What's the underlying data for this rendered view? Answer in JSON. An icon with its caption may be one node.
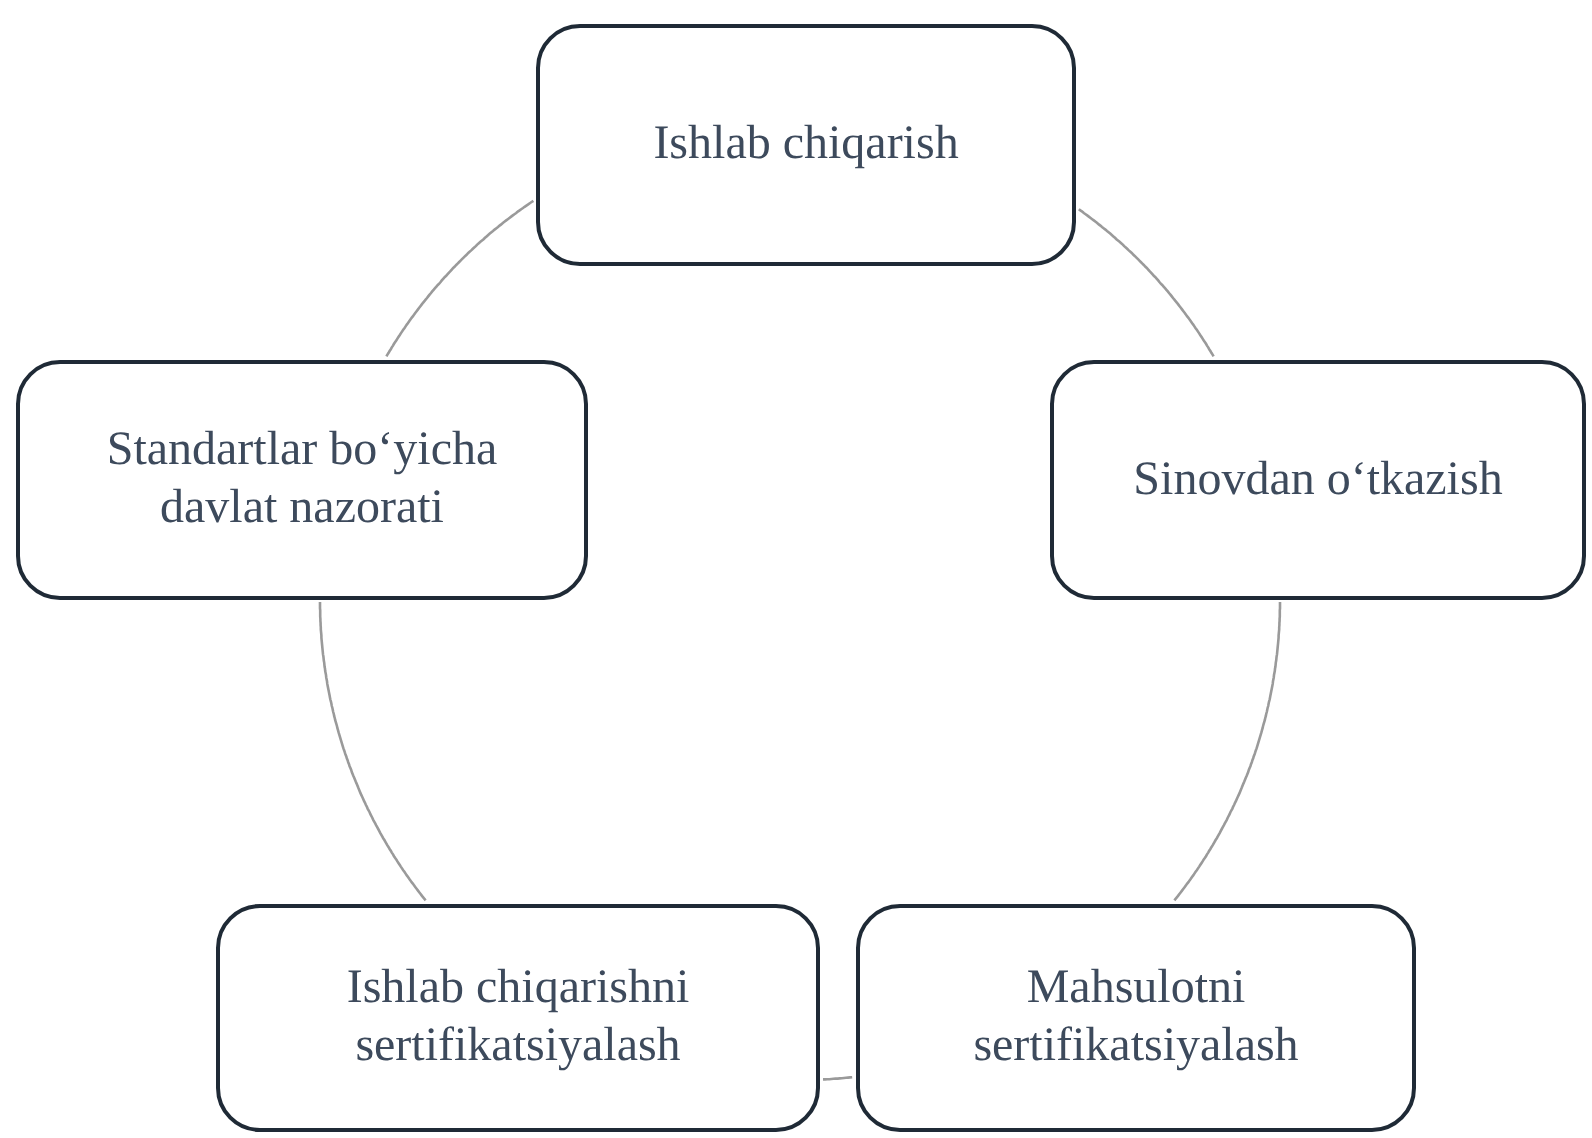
{
  "diagram": {
    "nodes": [
      {
        "text": [
          "Ishlab chiqarish"
        ]
      },
      {
        "text": [
          "Standartlar bo‘yicha davlat nazorati"
        ]
      },
      {
        "text": [
          "Sinovdan o‘tkazish"
        ]
      },
      {
        "text": [
          "Ishlab chiqarishni sertifikatsiyalash"
        ]
      },
      {
        "text": [
          "Mahsulotni sertifikatsiyalash"
        ]
      }
    ],
    "edges": [
      {
        "from": 0,
        "to": 2,
        "arrow": "none"
      },
      {
        "from": 2,
        "to": 4,
        "arrow": "none"
      },
      {
        "from": 4,
        "to": 3,
        "arrow": "none"
      },
      {
        "from": 3,
        "to": 1,
        "arrow": "none"
      },
      {
        "from": 1,
        "to": 0,
        "arrow": "none"
      }
    ]
  }
}
